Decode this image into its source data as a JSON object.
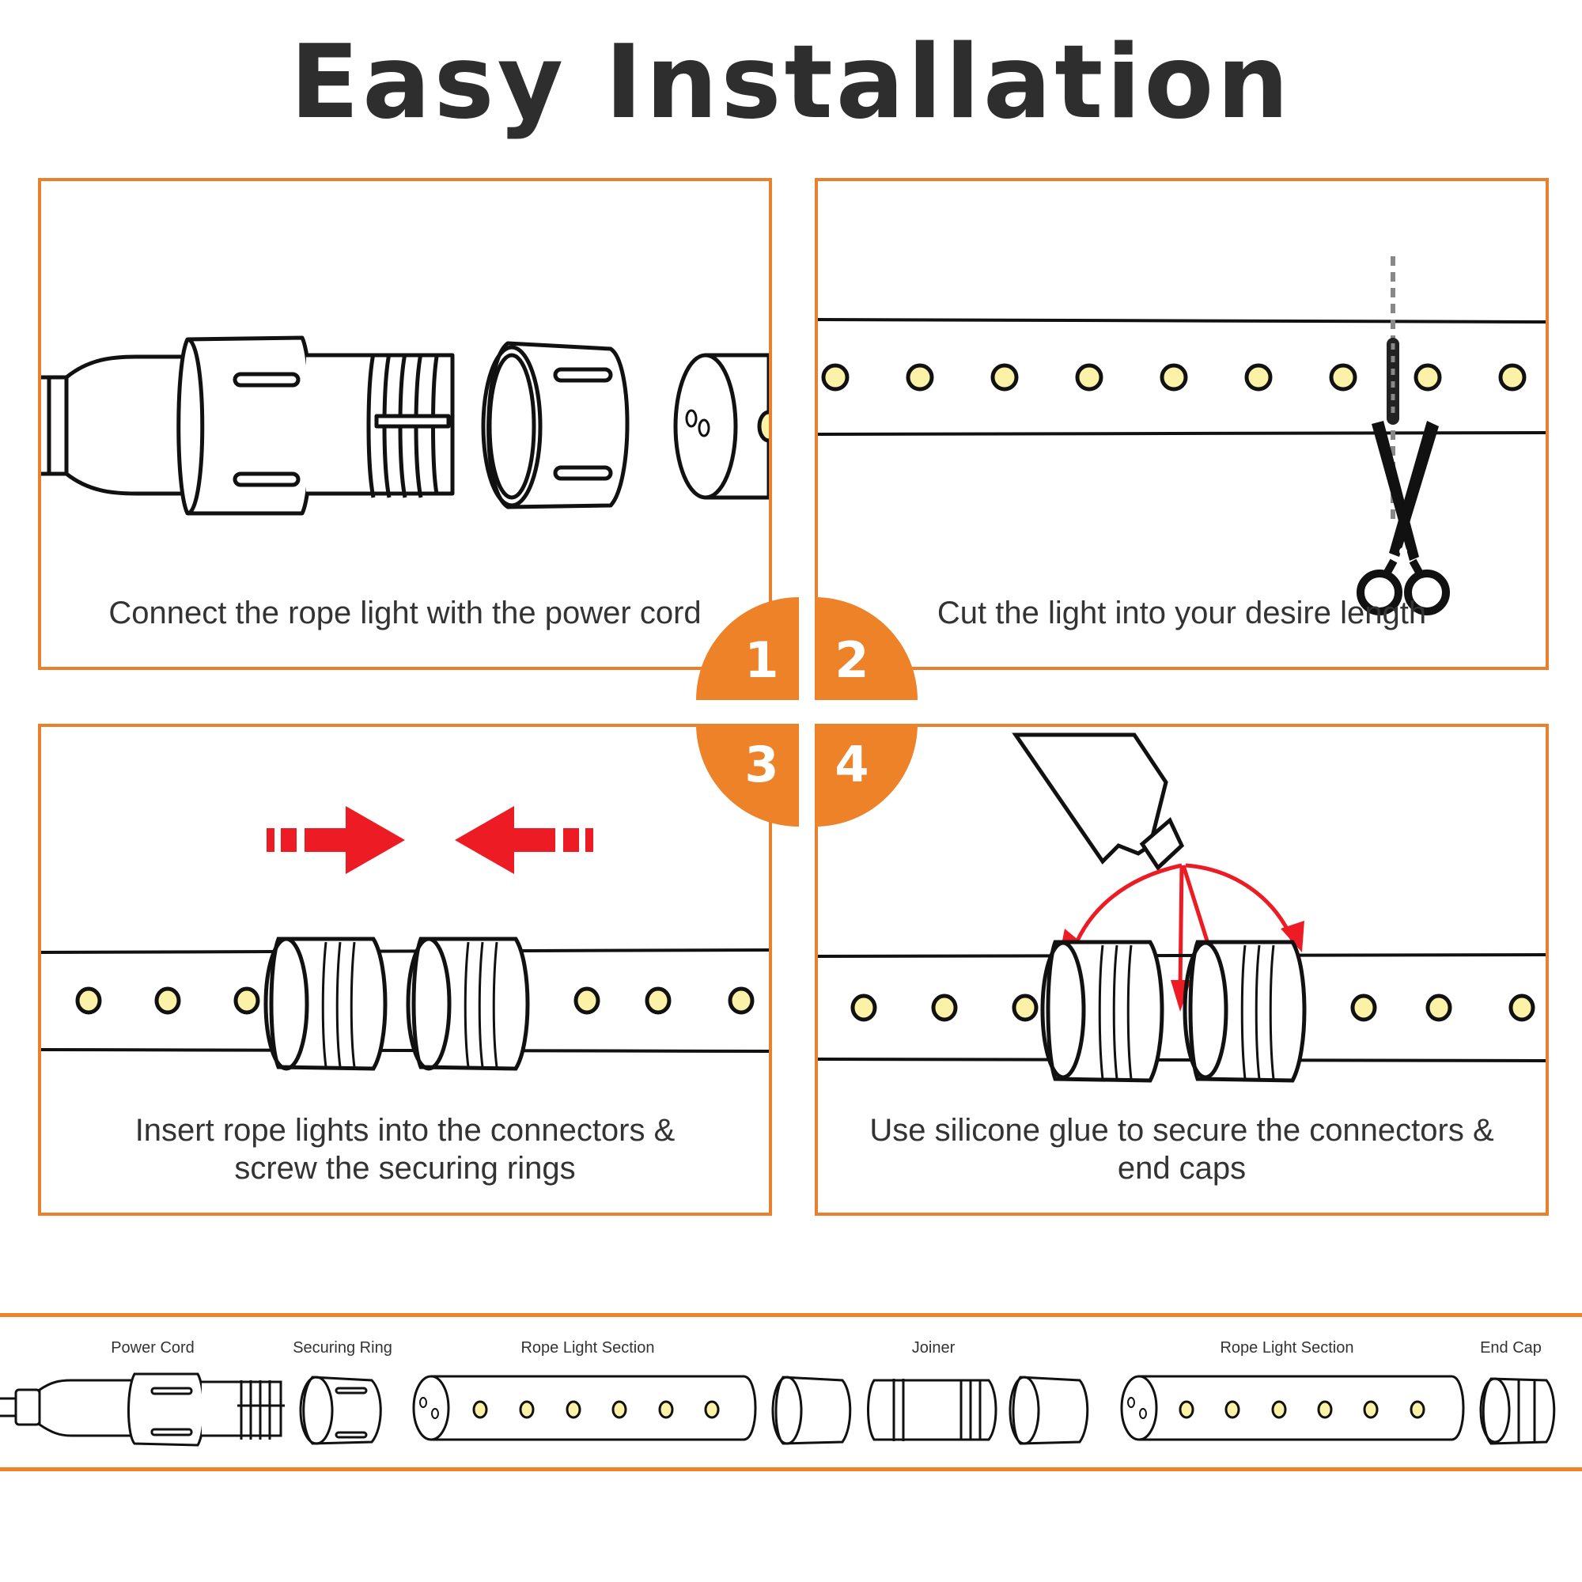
{
  "title": "Easy Installation",
  "colors": {
    "accent": "#ee8229",
    "led": "#fbf2a8",
    "arrow": "#ed1c24",
    "text": "#333333"
  },
  "steps": [
    {
      "number": "1",
      "caption": "Connect the rope light with the power cord",
      "icon": "power-cord-connection-illustration"
    },
    {
      "number": "2",
      "caption": "Cut the light into your desire length",
      "icon": "scissors-icon"
    },
    {
      "number": "3",
      "caption_line1": "Insert rope lights into the connectors &",
      "caption_line2": "screw the securing rings",
      "icon": "push-arrows-icon"
    },
    {
      "number": "4",
      "caption_line1": "Use silicone glue to secure the connectors &",
      "caption_line2": "end caps",
      "icon": "glue-tube-icon"
    }
  ],
  "legend": {
    "items": [
      {
        "label": "Power Cord"
      },
      {
        "label": "Securing Ring"
      },
      {
        "label": "Rope Light Section"
      },
      {
        "label": "Joiner"
      },
      {
        "label": "Rope Light Section"
      },
      {
        "label": "End Cap"
      }
    ]
  }
}
